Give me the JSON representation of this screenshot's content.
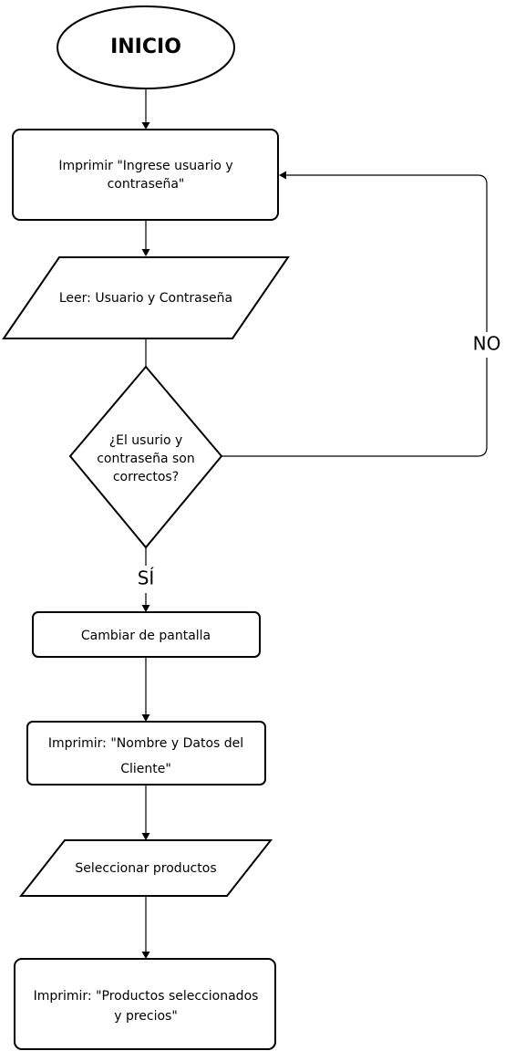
{
  "diagram": {
    "nodes": {
      "inicio": {
        "lines": [
          "INICIO"
        ]
      },
      "prompt": {
        "lines": [
          "Imprimir \"Ingrese usuario y",
          "contraseña\""
        ]
      },
      "read": {
        "lines": [
          "Leer: Usuario y Contraseña"
        ]
      },
      "decision": {
        "lines": [
          "¿El usurio y",
          "contraseña son",
          "correctos?"
        ]
      },
      "switch": {
        "lines": [
          "Cambiar de pantalla"
        ]
      },
      "client": {
        "lines": [
          "Imprimir: \"Nombre y Datos del",
          "Cliente\""
        ]
      },
      "select": {
        "lines": [
          "Seleccionar productos"
        ]
      },
      "products": {
        "lines": [
          "Imprimir: \"Productos seleccionados",
          "y precios\""
        ]
      }
    },
    "edge_labels": {
      "yes": "SÍ",
      "no": "NO"
    }
  }
}
